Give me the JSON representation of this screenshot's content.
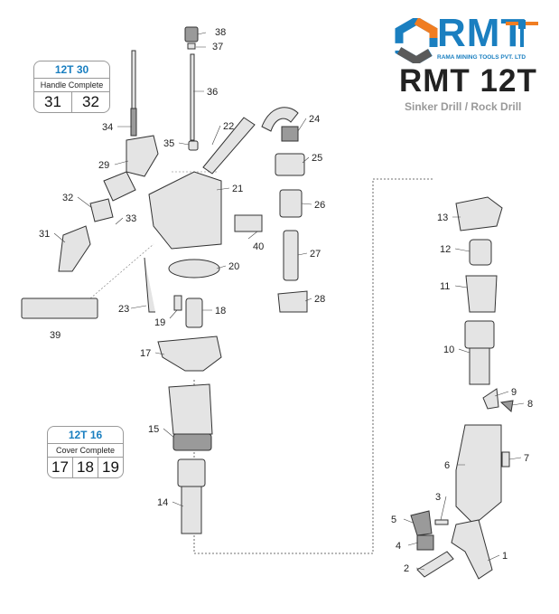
{
  "brand": {
    "logo_text": "RMT",
    "company": "RAMA MINING TOOLS PVT. LTD",
    "model": "RMT 12T",
    "subtitle": "Sinker Drill / Rock Drill",
    "colors": {
      "blue": "#1a7fc0",
      "orange": "#f07d22",
      "gray": "#5a5a5a"
    }
  },
  "kits": [
    {
      "code": "12T 30",
      "description": "Handle Complete",
      "parts": [
        "31",
        "32"
      ]
    },
    {
      "code": "12T 16",
      "description": "Cover Complete",
      "parts": [
        "17",
        "18",
        "19"
      ]
    }
  ],
  "part_labels": [
    "38",
    "37",
    "36",
    "34",
    "22",
    "24",
    "35",
    "29",
    "25",
    "21",
    "32",
    "33",
    "26",
    "31",
    "40",
    "27",
    "20",
    "28",
    "23",
    "18",
    "19",
    "39",
    "17",
    "15",
    "14",
    "13",
    "12",
    "11",
    "10",
    "9",
    "8",
    "7",
    "6",
    "3",
    "5",
    "4",
    "2",
    "1"
  ]
}
